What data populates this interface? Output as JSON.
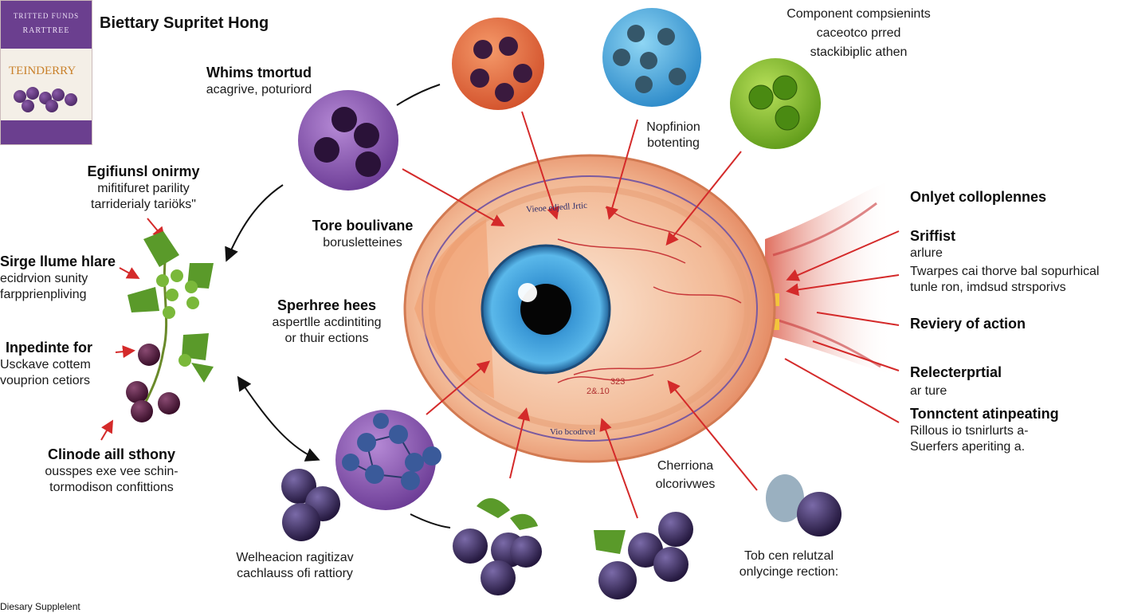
{
  "header": {
    "title": "Biettary Supritet Hong"
  },
  "package": {
    "line1": "TRITTED FUNDS",
    "line2": "RARTTREE",
    "brand": "TEINDERRY"
  },
  "labels": {
    "whims": {
      "title": "Whims tmortud",
      "text": "acagrive, poturiord"
    },
    "egif": {
      "title": "Egifiunsl onirmy",
      "line1": "mifitifuret parility",
      "line2": "tarriderialy tariöks\""
    },
    "sirge": {
      "title": "Sirge llume hlare",
      "line1": "ecidrvion sunity",
      "line2": "farpprienpliving"
    },
    "inpedin": {
      "title": "Inpedinte for",
      "line1": "Usckave cottem",
      "line2": "vouprion cetiors"
    },
    "clinode": {
      "title": "Clinode aill sthony",
      "line1": "ousspes exe vee schin-",
      "line2": "tormodison confittions"
    },
    "tore": {
      "title": "Tore boulivane",
      "text": "borusletteines"
    },
    "sperhree": {
      "title": "Sperhree hees",
      "line1": "aspertlle acdintiting",
      "line2": "or thuir ections"
    },
    "nopfinion": {
      "line1": "Nopfinion",
      "line2": "botenting"
    },
    "component": {
      "line1": "Component compsienints",
      "line2": "cacеotco prred",
      "line3": "stackibiplic athen"
    },
    "onlyet": {
      "title": "Onlyet collоplennes"
    },
    "sriffist": {
      "title": "Sriffist",
      "line1": "arlure",
      "line2": "Twarpes cai thorve bal sopurhical",
      "line3": "tunle ron, imdsud strsporivs"
    },
    "reviery": {
      "title": "Reviery of action"
    },
    "relecter": {
      "title": "Relecterprtial",
      "text": "ar ture"
    },
    "tonnctent": {
      "title": "Tonnctent atinpeating",
      "line1": "Rillous io tsnirlurts a-",
      "line2": "Suerfers aperiting a."
    },
    "cherriona": {
      "line1": "Cherriona",
      "line2": "olcorivwes"
    },
    "wel": {
      "line1": "Welheacion ragitizav",
      "line2": "cachlauss ofi rattiory"
    },
    "tob": {
      "line1": "Tob cen relutzal",
      "line2": "onlycinge rection:"
    },
    "footer": {
      "text": "Diesary Supplelent"
    },
    "eye_ring_top": "Vieoe edjedl Jrtic",
    "eye_ring_bottom": "Vio bcodrvel",
    "eye_num1": "2&.10",
    "eye_num2": "323"
  },
  "colors": {
    "purple": "#6a3a94",
    "orange": "#e0643a",
    "blue": "#39a0d6",
    "green": "#7fb321",
    "arrow": "#d42a2a",
    "iris": "#2a7fbf"
  }
}
